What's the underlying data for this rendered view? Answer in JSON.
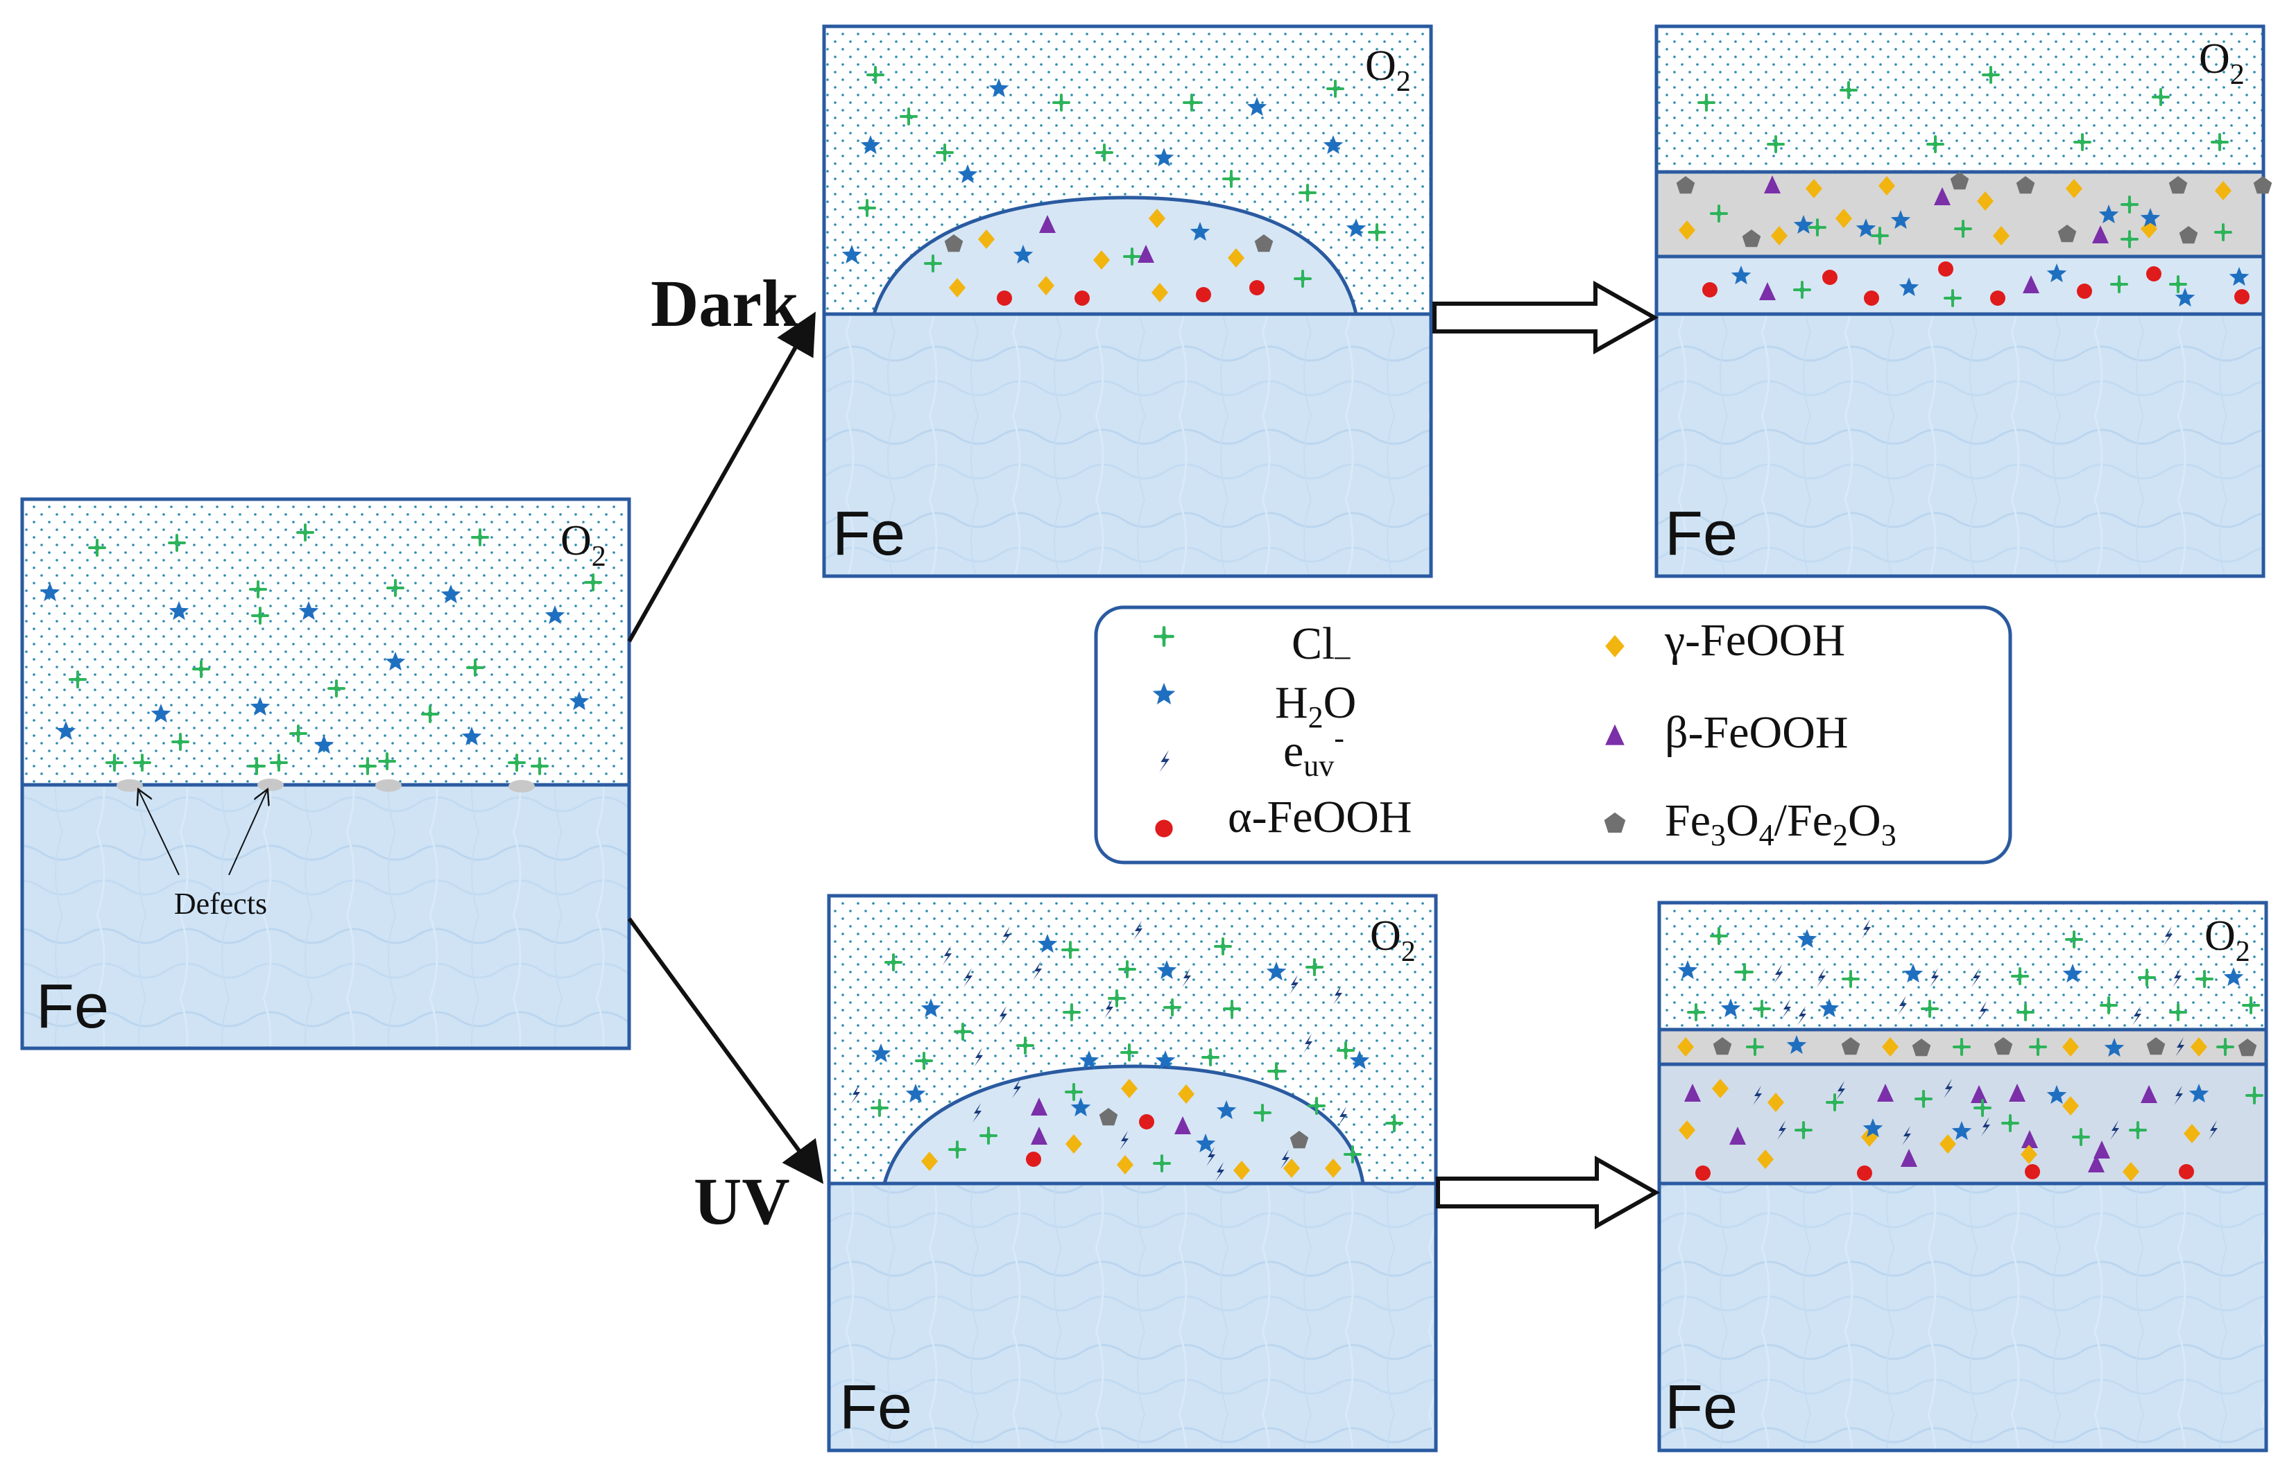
{
  "labels": {
    "metal": "Fe",
    "oxygen_base": "O",
    "oxygen_sub": "2",
    "dark": "Dark",
    "uv": "UV",
    "defects": "Defects"
  },
  "legend": {
    "chloride": {
      "text": "Cl",
      "sup": "–"
    },
    "water": {
      "base": "H",
      "sub": "2",
      "tail": "O"
    },
    "electron": {
      "base": "e",
      "sub": "uv",
      "sup": "-"
    },
    "alpha": {
      "text": "α-FeOOH"
    },
    "gamma": {
      "text": "γ-FeOOH"
    },
    "beta": {
      "text": "β-FeOOH"
    },
    "oxide": {
      "a": "Fe",
      "a_sub": "3",
      "b": "O",
      "b_sub": "4",
      "slash": "/Fe",
      "c_sub": "2",
      "d": "O",
      "d_sub": "3"
    }
  },
  "colors": {
    "chloride": "#2db45a",
    "water": "#1f6fc0",
    "electron": "#1a3a7a",
    "alpha": "#e01b1b",
    "gamma": "#f2b40f",
    "beta": "#7b2fa8",
    "oxide": "#707070",
    "frame": "#2a5aa0",
    "metal_fill": "#cfe3f5",
    "droplet_fill": "#d6e6f5",
    "dark_layer_fill": "#d6d6d6",
    "uv_layer_fill": "#d0dcea"
  },
  "icons": [
    "plus-icon",
    "star-icon",
    "lightning-icon",
    "dot-icon",
    "diamond-icon",
    "triangle-icon",
    "pentagon-icon",
    "arrow-icon",
    "hollow-arrow-icon"
  ]
}
